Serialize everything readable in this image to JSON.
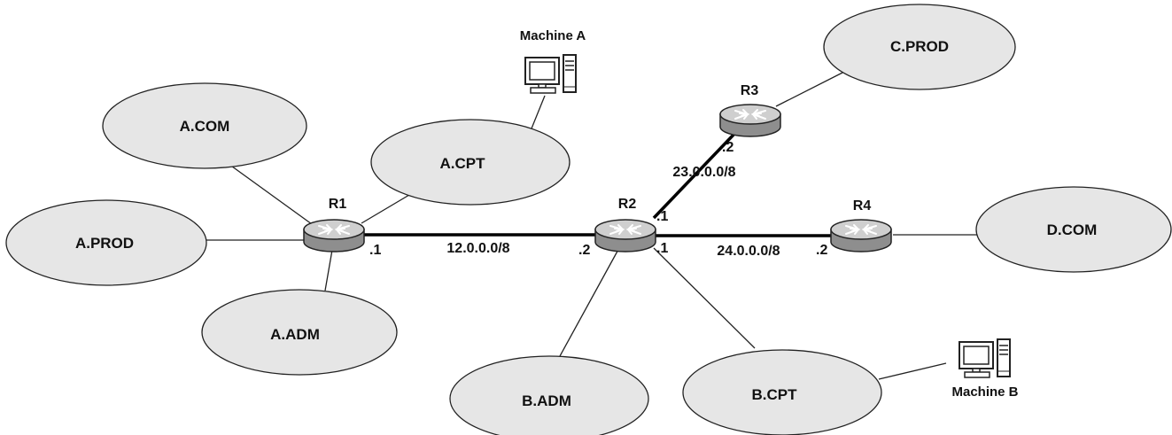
{
  "colors": {
    "background": "#ffffff",
    "network_fill": "#e6e6e6",
    "outline": "#222222",
    "router_body": "#8e8e8e",
    "router_top": "#cfcfcf",
    "backbone_line": "#000000",
    "lan_line": "#222222"
  },
  "networks": {
    "a_com": "A.COM",
    "a_cpt": "A.CPT",
    "a_prod": "A.PROD",
    "a_adm": "A.ADM",
    "b_adm": "B.ADM",
    "b_cpt": "B.CPT",
    "c_prod": "C.PROD",
    "d_com": "D.COM"
  },
  "routers": {
    "r1": "R1",
    "r2": "R2",
    "r3": "R3",
    "r4": "R4"
  },
  "links": {
    "r1_r2": {
      "subnet": "12.0.0.0/8",
      "r1_side": ".1",
      "r2_side": ".2"
    },
    "r2_r3": {
      "subnet": "23.0.0.0/8",
      "r2_side": ".1",
      "r3_side": ".2"
    },
    "r2_r4": {
      "subnet": "24.0.0.0/8",
      "r2_side": ".1",
      "r4_side": ".2"
    }
  },
  "hosts": {
    "machine_a": {
      "label": "Machine A",
      "icon": "computer-icon"
    },
    "machine_b": {
      "label": "Machine B",
      "icon": "computer-icon"
    }
  }
}
